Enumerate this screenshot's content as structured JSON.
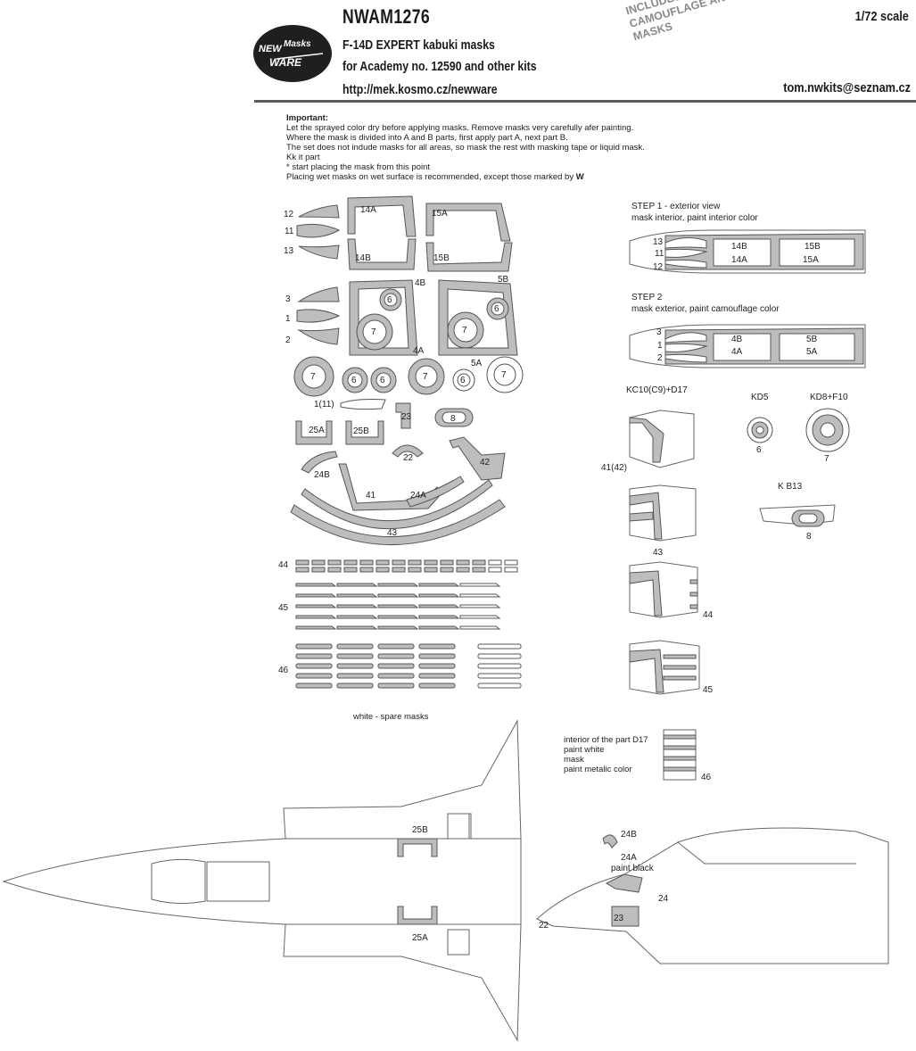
{
  "header": {
    "code": "NWAM1276",
    "title_line1": "F-14D EXPERT kabuki masks",
    "title_line2": "for Academy no. 12590 and other kits",
    "url": "http://mek.kosmo.cz/newware",
    "scale": "1/72 scale",
    "email": "tom.nwkits@seznam.cz",
    "stamp": "INCLUDES ALSO WINDOWS INNER SIDE, CAMOUFLAGE AND EXHAUST NOZZLES MASKS"
  },
  "logo": {
    "line1": "NEW",
    "line2": "Masks",
    "line3": "WARE",
    "icon": "new-ware-logo"
  },
  "notes": {
    "heading": "Important:",
    "lines": [
      "Let the sprayed color dry before applying masks. Remove masks very carefully afer painting.",
      "Where the mask is divided into A and B parts, first apply part A, next part B.",
      "The set does not indude masks for all areas, so mask the rest with masking tape or liquid mask.",
      "Kk it part",
      "*  start placing the mask from this point",
      "Placing wet masks on wet surface is recommended, except those marked by"
    ]
  },
  "mask_sheet": {
    "labels": {
      "n12": "12",
      "n11": "11",
      "n13": "13",
      "n14a": "14A",
      "n14b": "14B",
      "n15a": "15A",
      "n15b": "15B",
      "n3": "3",
      "n1": "1",
      "n2": "2",
      "n4b": "4B",
      "n4a": "4A",
      "n5b": "5B",
      "n5a": "5A",
      "n6": "6",
      "n7": "7",
      "n1_11": "1(11)",
      "n23": "23",
      "n8": "8",
      "n25a": "25A",
      "n25b": "25B",
      "n22": "22",
      "n42": "42",
      "n24b": "24B",
      "n41": "41",
      "n24a": "24A",
      "n43": "43",
      "n44": "44",
      "n45": "45",
      "n46": "46"
    },
    "spare_note": "white - spare masks"
  },
  "steps": {
    "step1_title": "STEP 1 - exterior view",
    "step1_sub": "mask interior, paint interior color",
    "step2_title": "STEP 2",
    "step2_sub": "mask exterior, paint camouflage color",
    "s1": {
      "a": "13",
      "b": "11",
      "c": "12",
      "d": "14B",
      "e": "14A",
      "f": "15B",
      "g": "15A"
    },
    "s2": {
      "a": "3",
      "b": "1",
      "c": "2",
      "d": "4B",
      "e": "4A",
      "f": "5B",
      "g": "5A"
    }
  },
  "kit_parts": {
    "kc10": "KC10(C9)+D17",
    "kd5": "KD5",
    "kd8": "KD8+F10",
    "kb13": "K B13",
    "l41_42": "41(42)",
    "l6": "6",
    "l7": "7",
    "l8": "8",
    "l43": "43",
    "l44": "44",
    "l45": "45",
    "l46": "46"
  },
  "d17_note": {
    "line1": "interior of the part D17",
    "line2": "paint white",
    "line3": "mask",
    "line4": "paint metalic color"
  },
  "plan": {
    "l25b": "25B",
    "l25a": "25A"
  },
  "side": {
    "l24b": "24B",
    "l24a": "24A",
    "paint": "paint black",
    "l24": "24",
    "l23": "23",
    "l22": "22"
  }
}
